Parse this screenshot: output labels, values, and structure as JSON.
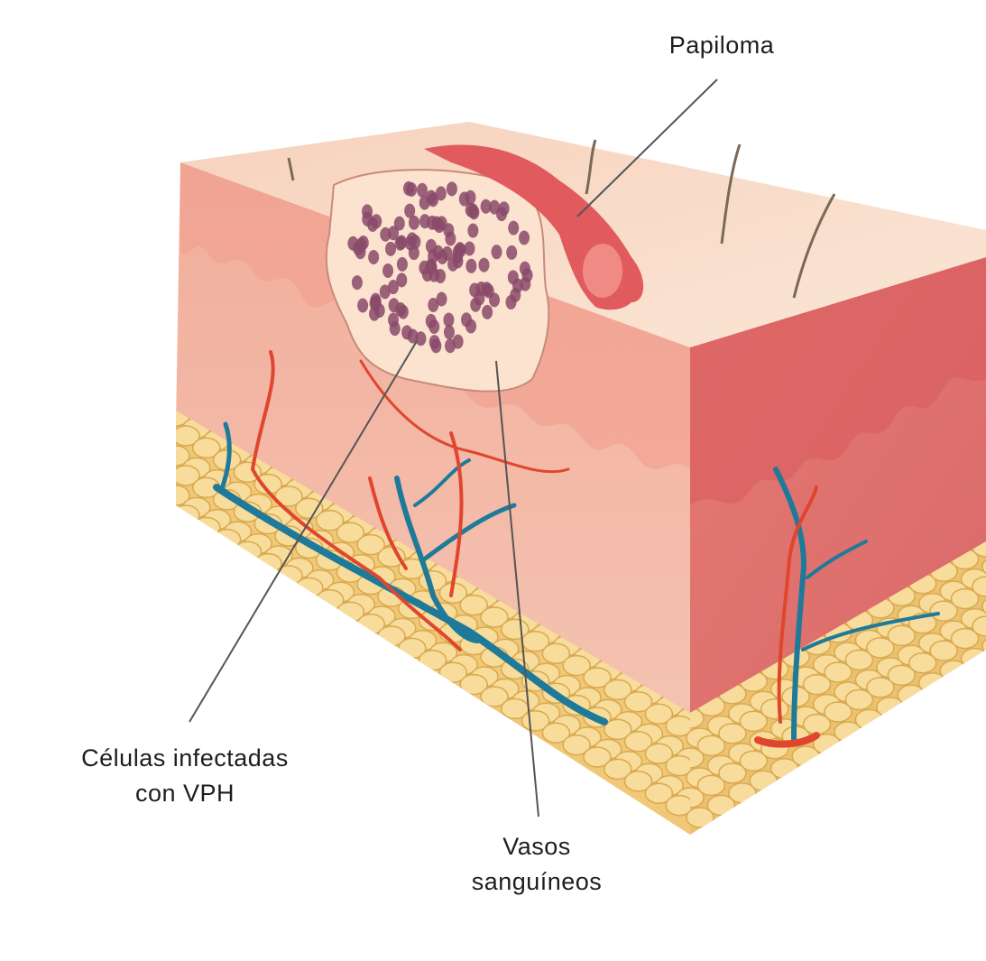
{
  "labels": {
    "papilloma": "Papiloma",
    "infected_cells_line1": "Células infectadas",
    "infected_cells_line2": "con VPH",
    "blood_vessels_line1": "Vasos",
    "blood_vessels_line2": "sanguíneos"
  },
  "colors": {
    "skin_top": "#f7d7c3",
    "skin_front": "#f4b5a2",
    "skin_side": "#e88a80",
    "papilloma": "#e05a5e",
    "fat": "#f3d28c",
    "artery": "#e0452e",
    "vein": "#1f7a9a",
    "cells": "#8a4a6a"
  }
}
